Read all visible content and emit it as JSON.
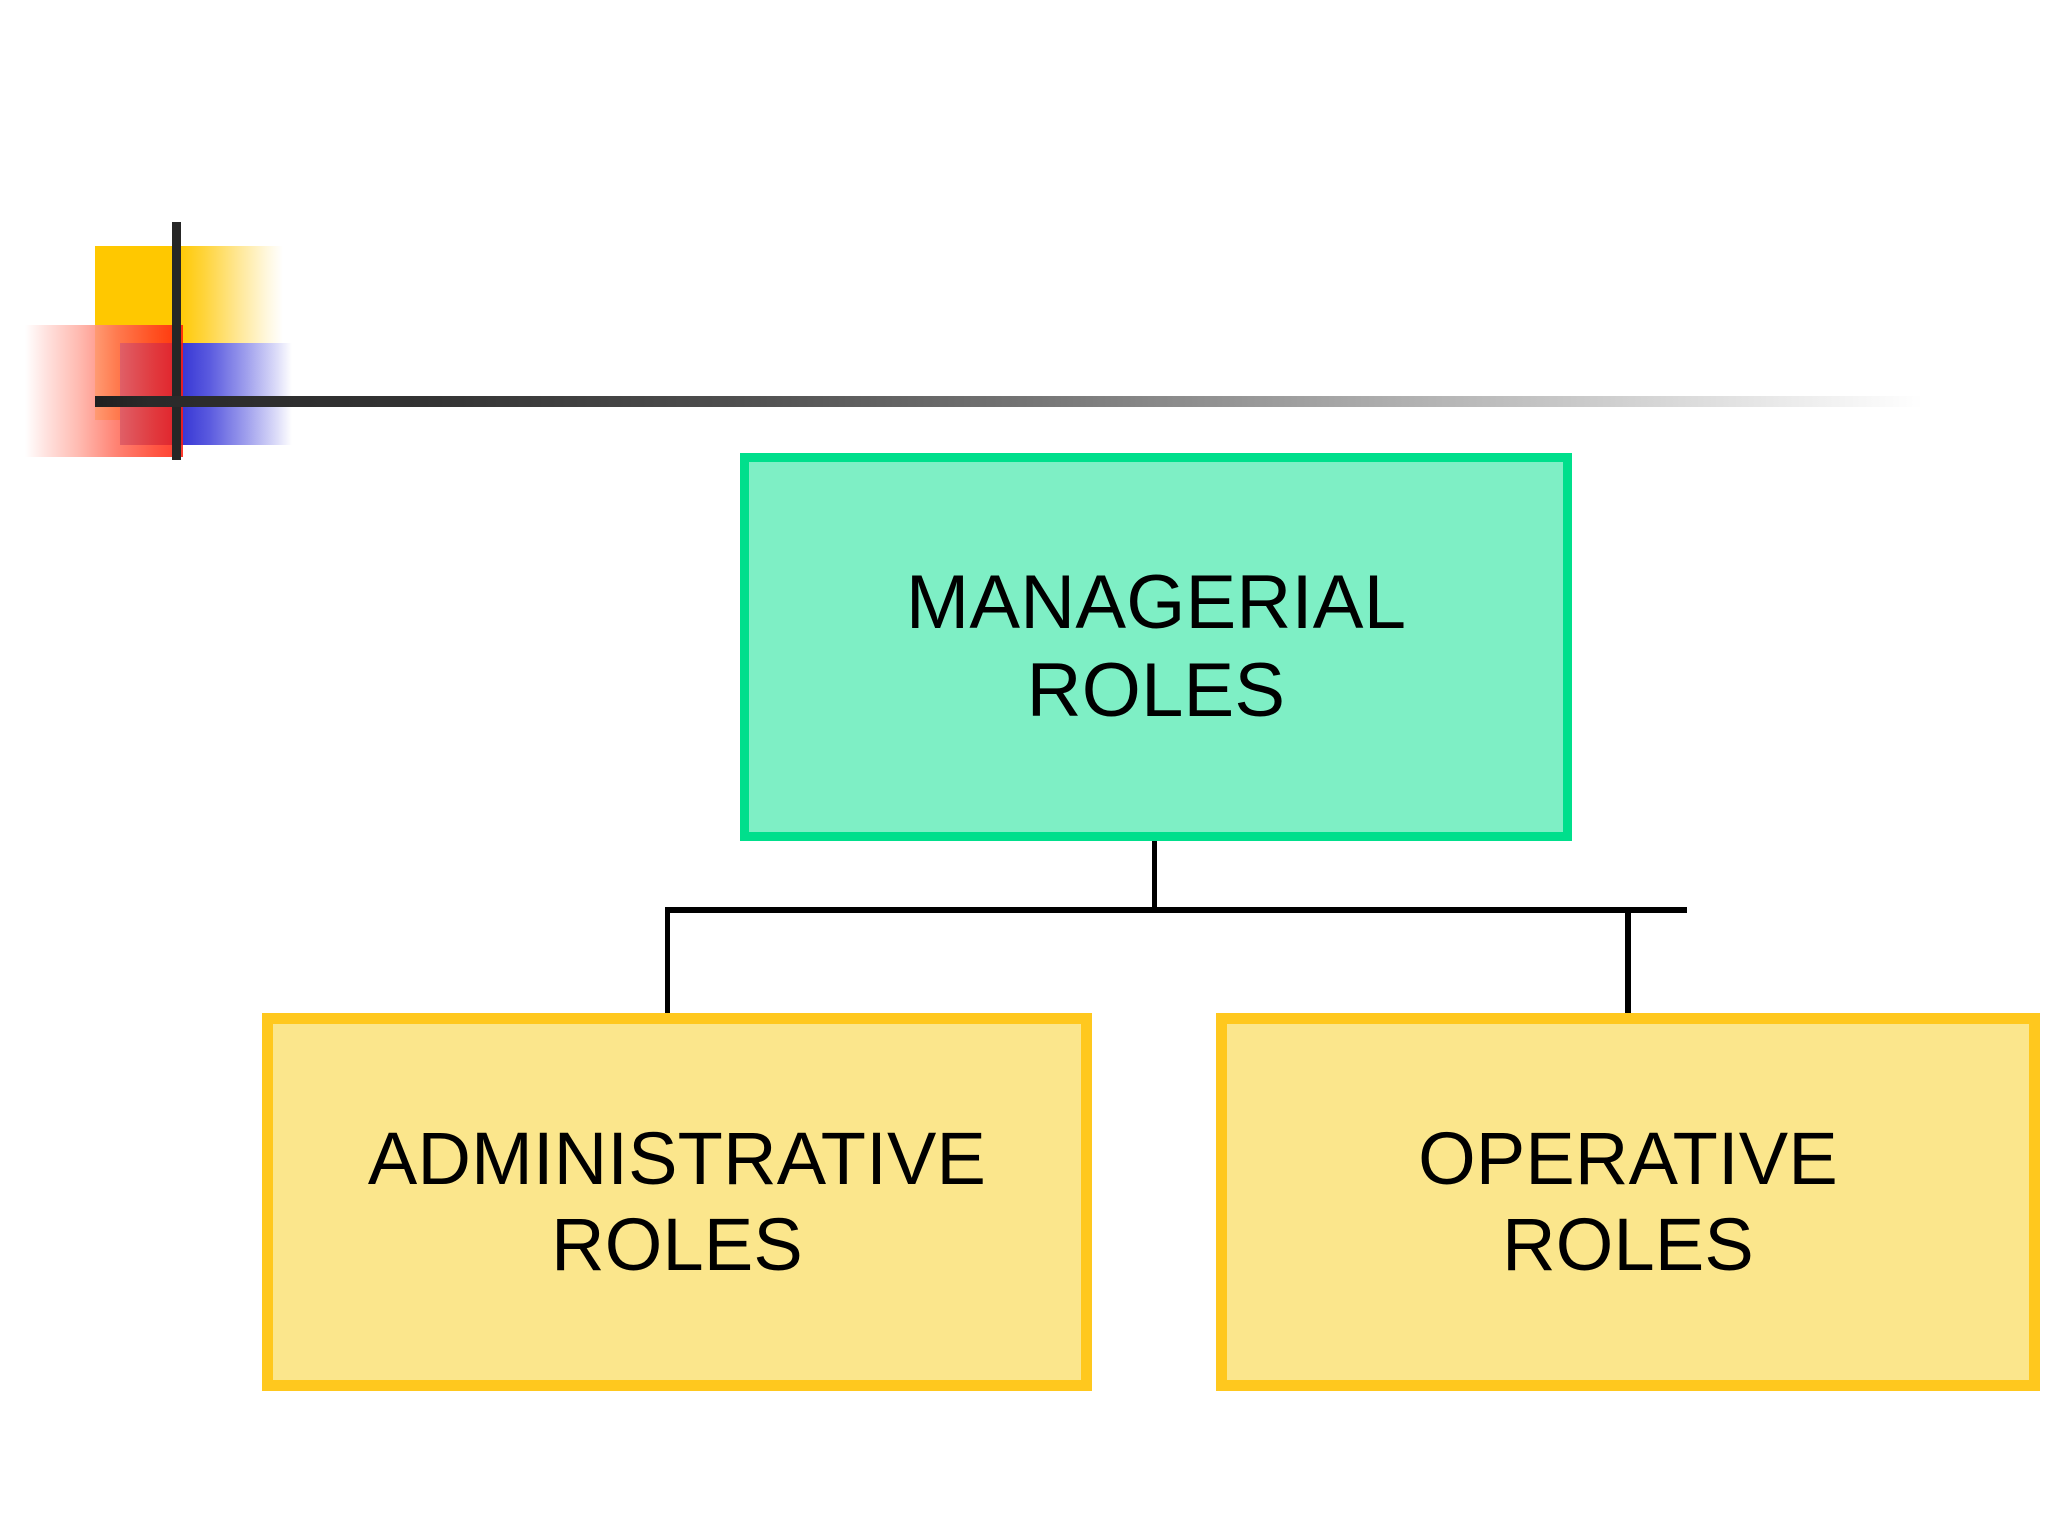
{
  "slide": {
    "background_color": "#FFFFFF",
    "decoration": {
      "name": "powerpoint-blends-corner-graphic",
      "shapes": [
        {
          "name": "yellow-square",
          "color": "#FFC800"
        },
        {
          "name": "red-square",
          "color": "#FF1A0A"
        },
        {
          "name": "blue-rectangle",
          "color": "#2020C8"
        },
        {
          "name": "cross-vertical-bar",
          "color": "#262626"
        },
        {
          "name": "cross-horizontal-rule",
          "color": "#1F1F1F"
        }
      ]
    }
  },
  "diagram": {
    "type": "org-chart",
    "orientation": "top-down",
    "root": {
      "id": "managerial-roles",
      "label": "MANAGERIAL ROLES",
      "line1": "MANAGERIAL",
      "line2": "ROLES",
      "fill_color": "#7EEFC5",
      "border_color": "#00DF8C"
    },
    "children": [
      {
        "id": "administrative-roles",
        "label": "ADMINISTRATIVE ROLES",
        "line1": "ADMINISTRATIVE",
        "line2": "ROLES",
        "fill_color": "#FBE68C",
        "border_color": "#FFC81E"
      },
      {
        "id": "operative-roles",
        "label": "OPERATIVE ROLES",
        "line1": "OPERATIVE",
        "line2": "ROLES",
        "fill_color": "#FBE68C",
        "border_color": "#FFC81E"
      }
    ],
    "connector_color": "#000000"
  }
}
